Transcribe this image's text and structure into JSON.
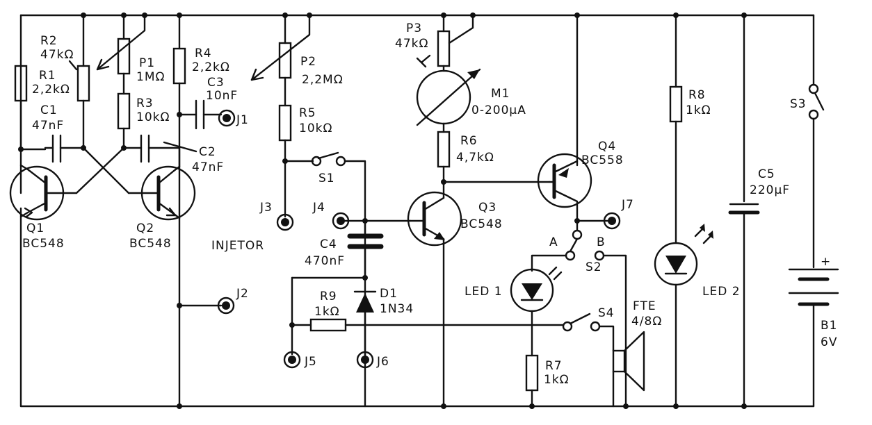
{
  "components": {
    "R1": {
      "ref": "R1",
      "value": "2,2kΩ"
    },
    "R2": {
      "ref": "R2",
      "value": "47kΩ"
    },
    "P1": {
      "ref": "P1",
      "value": "1MΩ"
    },
    "R3": {
      "ref": "R3",
      "value": "10kΩ"
    },
    "R4": {
      "ref": "R4",
      "value": "2,2kΩ"
    },
    "C3": {
      "ref": "C3",
      "value": "10nF"
    },
    "C1": {
      "ref": "C1",
      "value": "47nF"
    },
    "C2": {
      "ref": "C2",
      "value": "47nF"
    },
    "Q1": {
      "ref": "Q1",
      "value": "BC548"
    },
    "Q2": {
      "ref": "Q2",
      "value": "BC548"
    },
    "P2": {
      "ref": "P2",
      "value": "2,2MΩ"
    },
    "R5": {
      "ref": "R5",
      "value": "10kΩ"
    },
    "P3": {
      "ref": "P3",
      "value": "47kΩ"
    },
    "M1": {
      "ref": "M1",
      "value": "0-200μA"
    },
    "R6": {
      "ref": "R6",
      "value": "4,7kΩ"
    },
    "Q3": {
      "ref": "Q3",
      "value": "BC548"
    },
    "Q4": {
      "ref": "Q4",
      "value": "BC558"
    },
    "R8": {
      "ref": "R8",
      "value": "1kΩ"
    },
    "C5": {
      "ref": "C5",
      "value": "220μF"
    },
    "C4": {
      "ref": "C4",
      "value": "470nF"
    },
    "R9": {
      "ref": "R9",
      "value": "1kΩ"
    },
    "D1": {
      "ref": "D1",
      "value": "1N34"
    },
    "R7": {
      "ref": "R7",
      "value": "1kΩ"
    },
    "FTE": {
      "ref": "FTE",
      "value": "4/8Ω"
    },
    "B1": {
      "ref": "B1",
      "value": "6V"
    },
    "S1": {
      "ref": "S1"
    },
    "S2": {
      "ref": "S2"
    },
    "S3": {
      "ref": "S3"
    },
    "S4": {
      "ref": "S4"
    },
    "LED1": {
      "ref": "LED 1"
    },
    "LED2": {
      "ref": "LED 2"
    }
  },
  "jacks": {
    "J1": "J1",
    "J2": "J2",
    "J3": "J3",
    "J4": "J4",
    "J5": "J5",
    "J6": "J6",
    "J7": "J7"
  },
  "texts": {
    "injetor": "INJETOR",
    "switch_a": "A",
    "switch_b": "B",
    "battery_plus": "+"
  }
}
